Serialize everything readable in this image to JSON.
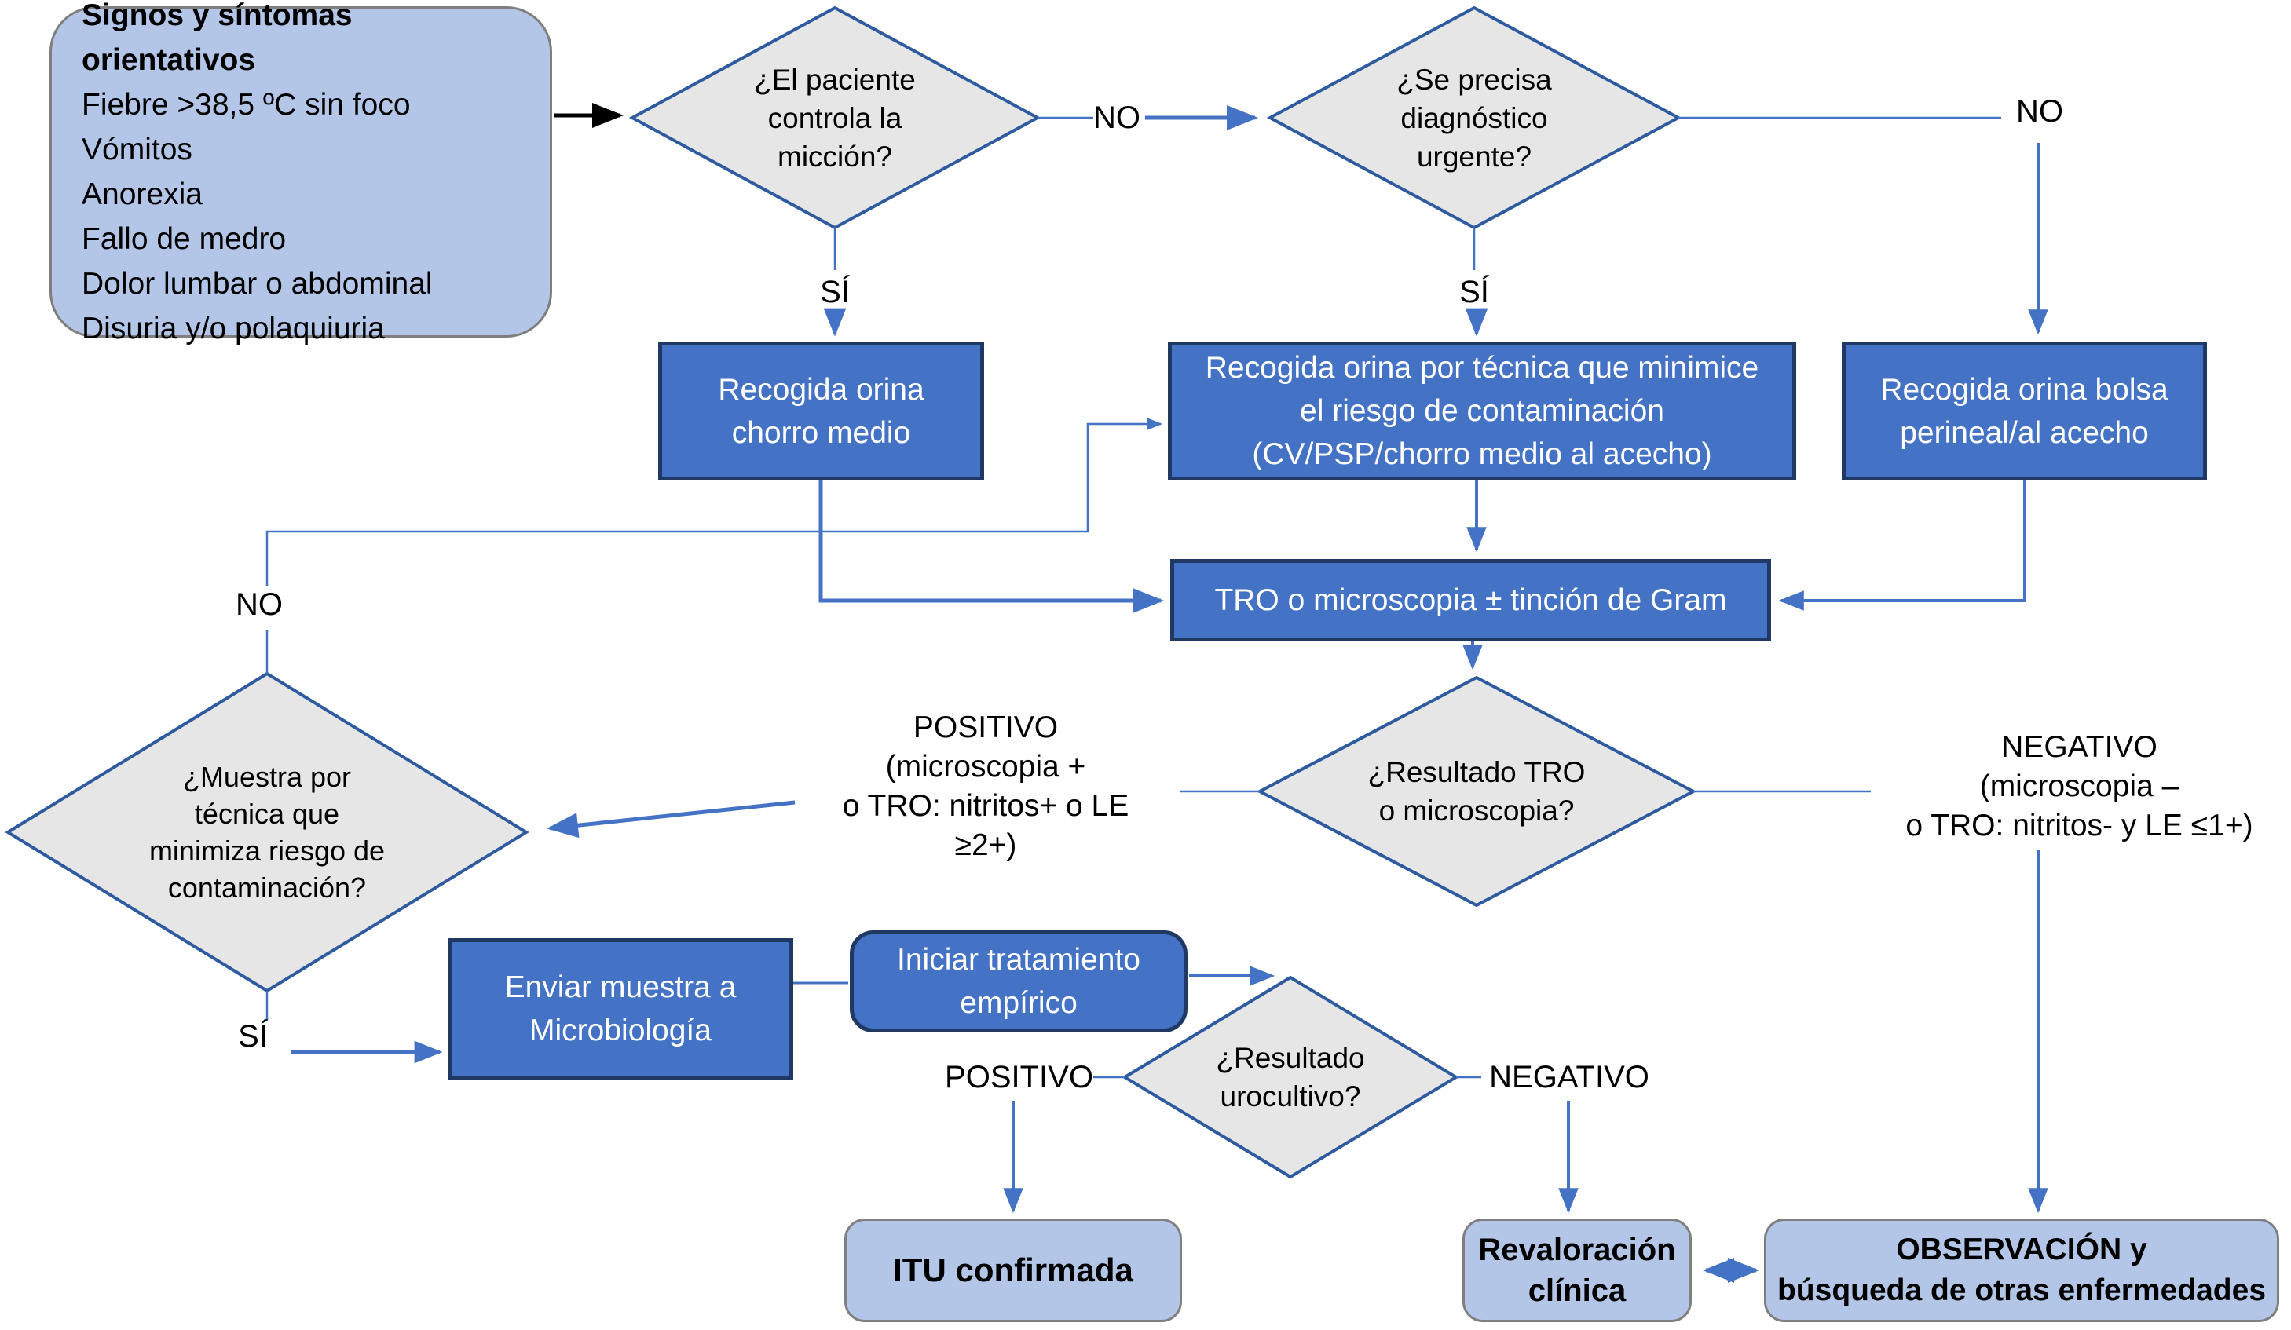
{
  "palette": {
    "process_fill": "#4472c4",
    "process_border": "#1f3864",
    "terminal_fill": "#b4c6e7",
    "terminal_border": "#7f7f7f",
    "decision_fill": "#e7e6e6",
    "decision_border": "#2e5b9f",
    "arrow_blue": "#4472c4",
    "arrow_black": "#000000"
  },
  "start_box": {
    "title": "Signos y síntomas orientativos",
    "items": [
      "Fiebre >38,5 ºC sin foco",
      "Vómitos",
      "Anorexia",
      "Fallo de medro",
      "Dolor lumbar o abdominal",
      "Disuria y/o polaquiuria"
    ]
  },
  "decisions": {
    "miccion": {
      "lines": [
        "¿El paciente",
        "controla la",
        "micción?"
      ]
    },
    "urgente": {
      "lines": [
        "¿Se precisa",
        "diagnóstico",
        "urgente?"
      ]
    },
    "resultado_tro": {
      "lines": [
        "¿Resultado TRO",
        "o microscopia?"
      ]
    },
    "muestra_tecnica": {
      "lines": [
        "¿Muestra por",
        "técnica que",
        "minimiza riesgo de",
        "contaminación?"
      ]
    },
    "urocultivo": {
      "lines": [
        "¿Resultado",
        "urocultivo?"
      ]
    }
  },
  "processes": {
    "chorro_medio": {
      "lines": [
        "Recogida orina",
        "chorro medio"
      ]
    },
    "tecnica_minimice": {
      "lines": [
        "Recogida orina por técnica que minimice",
        "el riesgo de contaminación",
        "(CV/PSP/chorro medio al acecho)"
      ]
    },
    "bolsa_perineal": {
      "lines": [
        "Recogida orina bolsa",
        "perineal/al acecho"
      ]
    },
    "tro_microscopia": {
      "lines": [
        "TRO o microscopia ± tinción de Gram"
      ]
    },
    "enviar_microbiologia": {
      "lines": [
        "Enviar muestra a",
        "Microbiología"
      ]
    },
    "iniciar_tratamiento": {
      "lines": [
        "Iniciar tratamiento",
        "empírico"
      ]
    }
  },
  "terminals": {
    "itu": {
      "lines": [
        "ITU confirmada"
      ]
    },
    "revaloracion": {
      "lines": [
        "Revaloración",
        "clínica"
      ]
    },
    "observacion": {
      "lines": [
        "OBSERVACIÓN y",
        "búsqueda de otras enfermedades"
      ]
    }
  },
  "labels": {
    "no_miccion": "NO",
    "si_miccion": "SÍ",
    "no_urgente": "NO",
    "si_urgente": "SÍ",
    "no_muestra": "NO",
    "si_muestra": "SÍ",
    "positivo_urocultivo": "POSITIVO",
    "negativo_urocultivo": "NEGATIVO",
    "positivo_tro": {
      "lines": [
        "POSITIVO",
        "(microscopia +",
        "o TRO: nitritos+ o LE ≥2+)"
      ]
    },
    "negativo_tro": {
      "lines": [
        "NEGATIVO",
        "(microscopia –",
        "o TRO: nitritos- y LE ≤1+)"
      ]
    }
  }
}
